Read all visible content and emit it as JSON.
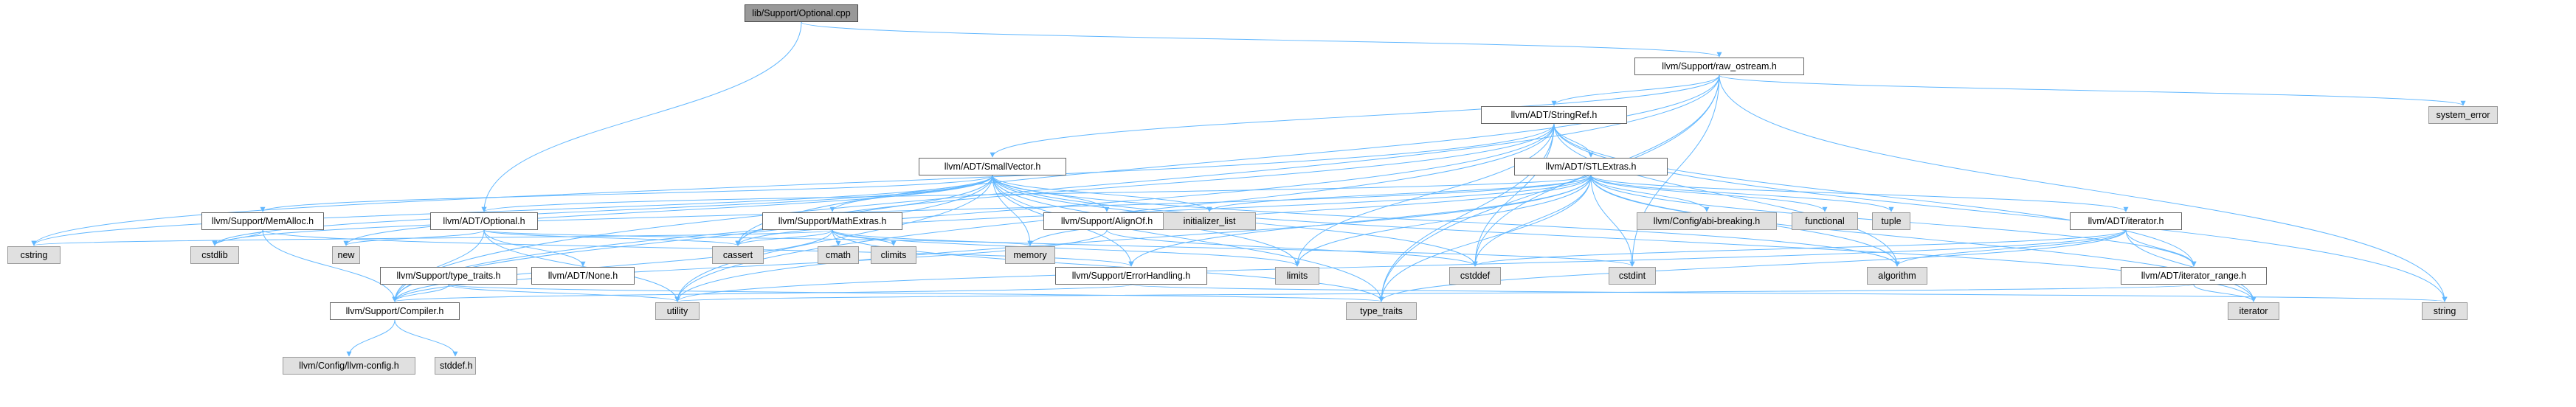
{
  "nodes": [
    {
      "id": "root",
      "label": "lib/Support/Optional.cpp",
      "kind": "root"
    },
    {
      "id": "raw_ostream",
      "label": "llvm/Support/raw_ostream.h",
      "kind": "header"
    },
    {
      "id": "stringref",
      "label": "llvm/ADT/StringRef.h",
      "kind": "header"
    },
    {
      "id": "system_error",
      "label": "system_error",
      "kind": "system"
    },
    {
      "id": "smallvector",
      "label": "llvm/ADT/SmallVector.h",
      "kind": "header"
    },
    {
      "id": "stlextras",
      "label": "llvm/ADT/STLExtras.h",
      "kind": "header"
    },
    {
      "id": "memalloc",
      "label": "llvm/Support/MemAlloc.h",
      "kind": "header"
    },
    {
      "id": "optional",
      "label": "llvm/ADT/Optional.h",
      "kind": "header"
    },
    {
      "id": "mathextras",
      "label": "llvm/Support/MathExtras.h",
      "kind": "header"
    },
    {
      "id": "alignof",
      "label": "llvm/Support/AlignOf.h",
      "kind": "header"
    },
    {
      "id": "initializer_list",
      "label": "initializer_list",
      "kind": "system"
    },
    {
      "id": "abibreaking",
      "label": "llvm/Config/abi-breaking.h",
      "kind": "system"
    },
    {
      "id": "functional",
      "label": "functional",
      "kind": "system"
    },
    {
      "id": "tuple",
      "label": "tuple",
      "kind": "system"
    },
    {
      "id": "adt_iterator",
      "label": "llvm/ADT/iterator.h",
      "kind": "header"
    },
    {
      "id": "cstring",
      "label": "cstring",
      "kind": "system"
    },
    {
      "id": "cstdlib",
      "label": "cstdlib",
      "kind": "system"
    },
    {
      "id": "new",
      "label": "new",
      "kind": "system"
    },
    {
      "id": "typetraits_h",
      "label": "llvm/Support/type_traits.h",
      "kind": "header"
    },
    {
      "id": "none_h",
      "label": "llvm/ADT/None.h",
      "kind": "header"
    },
    {
      "id": "cassert",
      "label": "cassert",
      "kind": "system"
    },
    {
      "id": "cmath",
      "label": "cmath",
      "kind": "system"
    },
    {
      "id": "climits",
      "label": "climits",
      "kind": "system"
    },
    {
      "id": "memory",
      "label": "memory",
      "kind": "system"
    },
    {
      "id": "errorhandling",
      "label": "llvm/Support/ErrorHandling.h",
      "kind": "header"
    },
    {
      "id": "limits",
      "label": "limits",
      "kind": "system"
    },
    {
      "id": "cstddef",
      "label": "cstddef",
      "kind": "system"
    },
    {
      "id": "cstdint",
      "label": "cstdint",
      "kind": "system"
    },
    {
      "id": "algorithm",
      "label": "algorithm",
      "kind": "system"
    },
    {
      "id": "iterator_range",
      "label": "llvm/ADT/iterator_range.h",
      "kind": "header"
    },
    {
      "id": "compiler",
      "label": "llvm/Support/Compiler.h",
      "kind": "header"
    },
    {
      "id": "utility",
      "label": "utility",
      "kind": "system"
    },
    {
      "id": "type_traits",
      "label": "type_traits",
      "kind": "system"
    },
    {
      "id": "iterator",
      "label": "iterator",
      "kind": "system"
    },
    {
      "id": "string",
      "label": "string",
      "kind": "system"
    },
    {
      "id": "llvmconfig",
      "label": "llvm/Config/llvm-config.h",
      "kind": "system"
    },
    {
      "id": "stddef",
      "label": "stddef.h",
      "kind": "system"
    }
  ],
  "edges": [
    [
      "root",
      "raw_ostream"
    ],
    [
      "root",
      "optional"
    ],
    [
      "raw_ostream",
      "stringref"
    ],
    [
      "raw_ostream",
      "system_error"
    ],
    [
      "raw_ostream",
      "smallvector"
    ],
    [
      "raw_ostream",
      "compiler"
    ],
    [
      "raw_ostream",
      "cassert"
    ],
    [
      "raw_ostream",
      "cstddef"
    ],
    [
      "raw_ostream",
      "cstdint"
    ],
    [
      "raw_ostream",
      "string"
    ],
    [
      "raw_ostream",
      "type_traits"
    ],
    [
      "stringref",
      "stlextras"
    ],
    [
      "stringref",
      "iterator_range"
    ],
    [
      "stringref",
      "compiler"
    ],
    [
      "stringref",
      "algorithm"
    ],
    [
      "stringref",
      "cassert"
    ],
    [
      "stringref",
      "cstddef"
    ],
    [
      "stringref",
      "cstring"
    ],
    [
      "stringref",
      "limits"
    ],
    [
      "stringref",
      "string"
    ],
    [
      "stringref",
      "type_traits"
    ],
    [
      "stringref",
      "utility"
    ],
    [
      "smallvector",
      "memalloc"
    ],
    [
      "smallvector",
      "compiler"
    ],
    [
      "smallvector",
      "mathextras"
    ],
    [
      "smallvector",
      "alignof"
    ],
    [
      "smallvector",
      "type_traits_h"
    ],
    [
      "smallvector",
      "algorithm"
    ],
    [
      "smallvector",
      "cassert"
    ],
    [
      "smallvector",
      "cstddef"
    ],
    [
      "smallvector",
      "cstdlib"
    ],
    [
      "smallvector",
      "cstring"
    ],
    [
      "smallvector",
      "initializer_list"
    ],
    [
      "smallvector",
      "iterator"
    ],
    [
      "smallvector",
      "limits"
    ],
    [
      "smallvector",
      "memory"
    ],
    [
      "smallvector",
      "new"
    ],
    [
      "smallvector",
      "type_traits"
    ],
    [
      "smallvector",
      "utility"
    ],
    [
      "smallvector",
      "errorhandling"
    ],
    [
      "stlextras",
      "optional"
    ],
    [
      "stlextras",
      "adt_iterator"
    ],
    [
      "stlextras",
      "iterator_range"
    ],
    [
      "stlextras",
      "errorhandling"
    ],
    [
      "stlextras",
      "abibreaking"
    ],
    [
      "stlextras",
      "algorithm"
    ],
    [
      "stlextras",
      "cassert"
    ],
    [
      "stlextras",
      "cstddef"
    ],
    [
      "stlextras",
      "cstdint"
    ],
    [
      "stlextras",
      "cstdlib"
    ],
    [
      "stlextras",
      "functional"
    ],
    [
      "stlextras",
      "initializer_list"
    ],
    [
      "stlextras",
      "iterator"
    ],
    [
      "stlextras",
      "limits"
    ],
    [
      "stlextras",
      "memory"
    ],
    [
      "stlextras",
      "tuple"
    ],
    [
      "stlextras",
      "type_traits"
    ],
    [
      "stlextras",
      "utility"
    ],
    [
      "memalloc",
      "compiler"
    ],
    [
      "memalloc",
      "errorhandling"
    ],
    [
      "memalloc",
      "cstdlib"
    ],
    [
      "optional",
      "none_h"
    ],
    [
      "optional",
      "compiler"
    ],
    [
      "optional",
      "type_traits_h"
    ],
    [
      "optional",
      "cassert"
    ],
    [
      "optional",
      "memory"
    ],
    [
      "optional",
      "new"
    ],
    [
      "optional",
      "utility"
    ],
    [
      "mathextras",
      "compiler"
    ],
    [
      "mathextras",
      "cassert"
    ],
    [
      "mathextras",
      "climits"
    ],
    [
      "mathextras",
      "cmath"
    ],
    [
      "mathextras",
      "cstdint"
    ],
    [
      "mathextras",
      "cstring"
    ],
    [
      "mathextras",
      "limits"
    ],
    [
      "mathextras",
      "type_traits"
    ],
    [
      "alignof",
      "compiler"
    ],
    [
      "alignof",
      "cstddef"
    ],
    [
      "adt_iterator",
      "iterator_range"
    ],
    [
      "adt_iterator",
      "cstddef"
    ],
    [
      "adt_iterator",
      "iterator"
    ],
    [
      "adt_iterator",
      "type_traits"
    ],
    [
      "adt_iterator",
      "utility"
    ],
    [
      "adt_iterator",
      "algorithm"
    ],
    [
      "typetraits_h",
      "compiler"
    ],
    [
      "typetraits_h",
      "type_traits"
    ],
    [
      "typetraits_h",
      "utility"
    ],
    [
      "errorhandling",
      "compiler"
    ],
    [
      "errorhandling",
      "string"
    ],
    [
      "iterator_range",
      "iterator"
    ],
    [
      "iterator_range",
      "utility"
    ],
    [
      "compiler",
      "llvmconfig"
    ],
    [
      "compiler",
      "stddef"
    ]
  ]
}
